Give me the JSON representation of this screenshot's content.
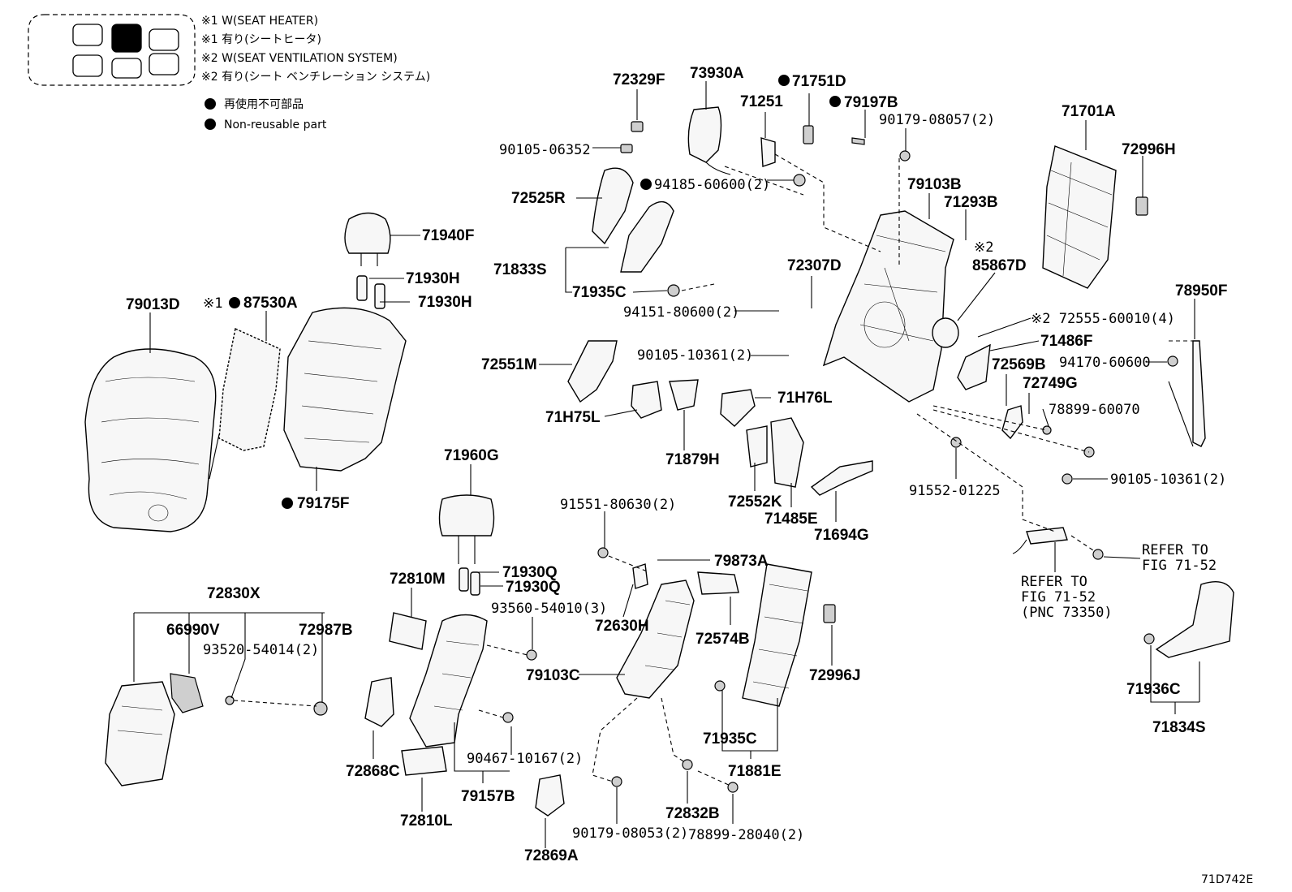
{
  "legend": {
    "notes": [
      "※1 W(SEAT HEATER)",
      "※1 有り(シートヒータ)",
      "※2 W(SEAT VENTILATION  SYSTEM)",
      "※2 有り(シート ベンチレーション システム)"
    ],
    "non_reusable_jp": "再使用不可部品",
    "non_reusable_en": "Non-reusable part"
  },
  "figure_code": "71D742E",
  "labels": {
    "p72329F": "72329F",
    "p73930A": "73930A",
    "p71751D": "71751D",
    "p71251": "71251",
    "p79197B": "79197B",
    "p90179_08057": "90179-08057(2)",
    "p71701A": "71701A",
    "p90105_06352": "90105-06352",
    "p72996H": "72996H",
    "p94185_60600": "94185-60600(2)",
    "p72525R": "72525R",
    "p79103B": "79103B",
    "p71293B": "71293B",
    "p85867D": "85867D",
    "note2_a": "※2",
    "p71940F": "71940F",
    "p71833S": "71833S",
    "p72307D": "72307D",
    "p71930H_1": "71930H",
    "p71935C_1": "71935C",
    "p78950F": "78950F",
    "p79013D": "79013D",
    "note1": "※1",
    "p87530A": "87530A",
    "p71930H_2": "71930H",
    "p94151_80600": "94151-80600(2)",
    "p72555_60010": "※2 72555-60010(4)",
    "p71486F": "71486F",
    "p90105_10361_1": "90105-10361(2)",
    "p72551M": "72551M",
    "p72569B": "72569B",
    "p94170_60600": "94170-60600",
    "p72749G": "72749G",
    "p71H76L": "71H76L",
    "p71H75L": "71H75L",
    "p78899_60070": "78899-60070",
    "p71879H": "71879H",
    "p72552K": "72552K",
    "p71485E": "71485E",
    "p71694G": "71694G",
    "p91552_01225": "91552-01225",
    "p90105_10361_2": "90105-10361(2)",
    "p79175F": "79175F",
    "p71960G": "71960G",
    "p91551_80630": "91551-80630(2)",
    "p79873A": "79873A",
    "refer1_a": "REFER TO",
    "refer1_b": "FIG 71-52",
    "p71930Q_1": "71930Q",
    "p72810M": "72810M",
    "p71930Q_2": "71930Q",
    "refer2_a": "REFER TO",
    "refer2_b": "FIG 71-52",
    "refer2_c": "(PNC 73350)",
    "p72830X": "72830X",
    "p93560_54010": "93560-54010(3)",
    "p72630H": "72630H",
    "p72574B": "72574B",
    "p66990V": "66990V",
    "p72987B": "72987B",
    "p93520_54014": "93520-54014(2)",
    "p79103C": "79103C",
    "p72996J": "72996J",
    "p71936C": "71936C",
    "p71935C_2": "71935C",
    "p71834S": "71834S",
    "p90467_10167": "90467-10167(2)",
    "p72868C": "72868C",
    "p71881E": "71881E",
    "p79157B": "79157B",
    "p72832B": "72832B",
    "p72810L": "72810L",
    "p90179_08053": "90179-08053(2)",
    "p78899_28040": "78899-28040(2)",
    "p72869A": "72869A"
  }
}
